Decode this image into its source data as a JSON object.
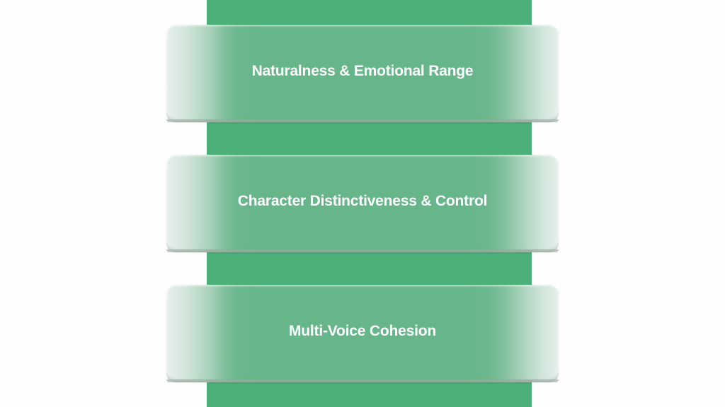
{
  "diagram": {
    "type": "stacked-layers",
    "colors": {
      "column": "#4daf78",
      "card_center": "#66b68a",
      "card_edge": "#e6eeea",
      "text": "#ffffff",
      "background": "#fefefe"
    },
    "layers": [
      {
        "label": "Naturalness & Emotional Range"
      },
      {
        "label": "Character Distinctiveness & Control"
      },
      {
        "label": "Multi-Voice Cohesion"
      }
    ]
  }
}
